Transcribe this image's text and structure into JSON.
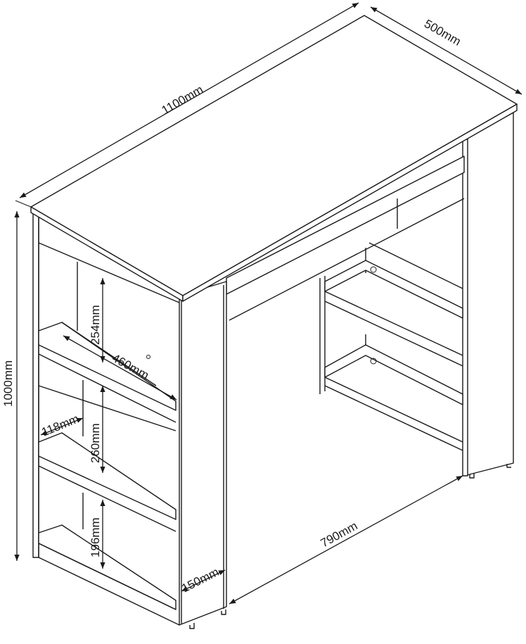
{
  "dimensions": {
    "width": "1100mm",
    "depth": "500mm",
    "height": "1000mm",
    "shelf_gap_top": "254mm",
    "shelf_length": "460mm",
    "shelf_depth": "118mm",
    "shelf_gap_middle": "260mm",
    "shelf_gap_bottom": "196mm",
    "side_width": "150mm",
    "inner_width": "790mm"
  }
}
